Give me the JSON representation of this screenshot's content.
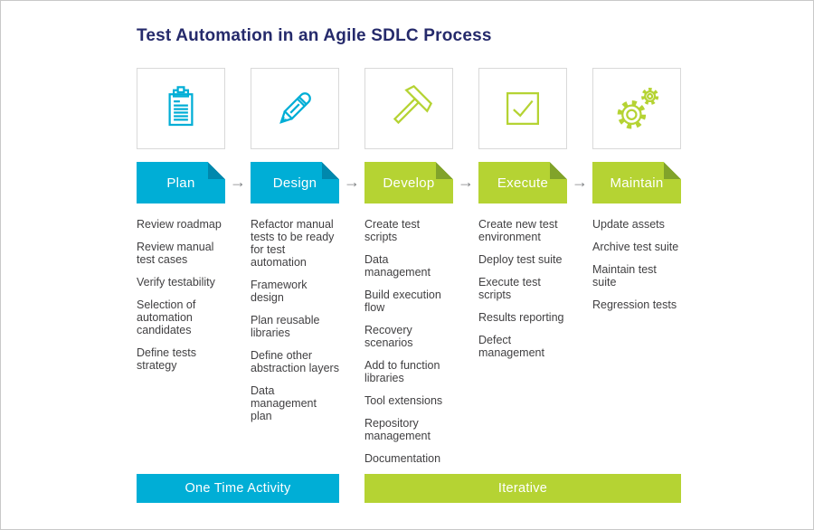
{
  "title": "Test Automation in an Agile SDLC Process",
  "arrow_glyph": "→",
  "colors": {
    "cyan": "#00aed6",
    "cyan_fold": "#0088ad",
    "green": "#b5d333",
    "green_fold": "#81a32a",
    "title_navy": "#252a6b",
    "body_text": "#414042",
    "arrow_gray": "#808285",
    "icon_box_border": "#d9d9d9"
  },
  "columns": [
    {
      "name": "Plan",
      "icon": "clipboard-icon",
      "theme": "cyan",
      "items": [
        "Review roadmap",
        "Review manual test cases",
        "Verify testability",
        "Selection of automation candidates",
        "Define tests strategy"
      ]
    },
    {
      "name": "Design",
      "icon": "pencil-icon",
      "theme": "cyan",
      "items": [
        "Refactor manual tests to be ready for test automation",
        "Framework design",
        "Plan reusable libraries",
        "Define other abstraction layers",
        "Data management plan"
      ]
    },
    {
      "name": "Develop",
      "icon": "hammer-icon",
      "theme": "green",
      "items": [
        "Create test scripts",
        "Data management",
        "Build execution flow",
        "Recovery scenarios",
        "Add to function libraries",
        "Tool extensions",
        "Repository management",
        "Documentation"
      ]
    },
    {
      "name": "Execute",
      "icon": "checkbox-icon",
      "theme": "green",
      "items": [
        "Create new test environment",
        "Deploy test suite",
        "Execute test scripts",
        "Results reporting",
        "Defect management"
      ]
    },
    {
      "name": "Maintain",
      "icon": "gears-icon",
      "theme": "green",
      "items": [
        "Update assets",
        "Archive test suite",
        "Maintain test suite",
        "Regression tests"
      ]
    }
  ],
  "footer": {
    "one_time_label": "One Time Activity",
    "iterative_label": "Iterative"
  }
}
